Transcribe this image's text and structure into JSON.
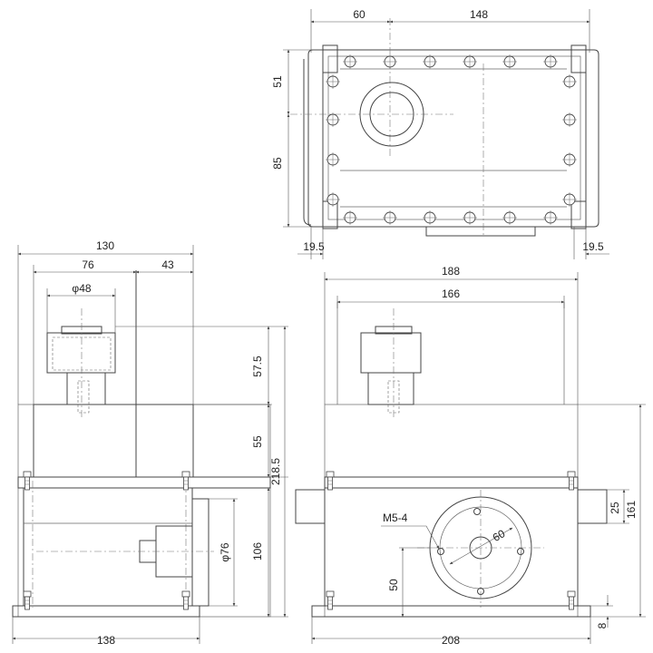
{
  "top_view": {
    "dims": {
      "top_left": "60",
      "top_right": "148",
      "left_upper": "51",
      "left_lower": "85",
      "bottom_left": "19.5",
      "bottom_right": "19.5"
    }
  },
  "side_view": {
    "dims": {
      "overall_width": "130",
      "width_a": "76",
      "width_b": "43",
      "phi_top": "φ48",
      "h1": "57.5",
      "h2": "55",
      "overall_height": "218.5",
      "h3": "106",
      "phi_flange": "φ76",
      "base_width": "138"
    }
  },
  "front_view": {
    "dims": {
      "overall_width": "188",
      "inner_width": "166",
      "height_25": "25",
      "overall_height": "161",
      "thread": "M5-4",
      "pcd": "60",
      "center_height": "50",
      "base_thickness": "8",
      "base_width": "208"
    }
  }
}
